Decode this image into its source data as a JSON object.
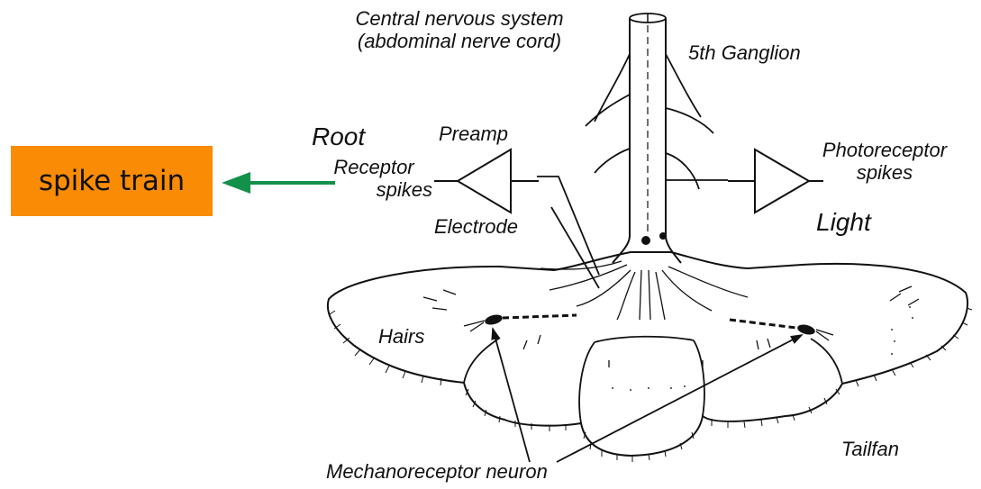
{
  "callout": {
    "text": "spike train",
    "box_color": "#f98b05",
    "arrow_color": "#13904a"
  },
  "labels": {
    "cns_line1": "Central nervous system",
    "cns_line2": "(abdominal nerve cord)",
    "ganglion": "5th Ganglion",
    "root": "Root",
    "preamp": "Preamp",
    "receptor_line1": "Receptor",
    "receptor_line2": "spikes",
    "electrode": "Electrode",
    "photoreceptor_line1": "Photoreceptor",
    "photoreceptor_line2": "spikes",
    "light": "Light",
    "hairs": "Hairs",
    "tailfan": "Tailfan",
    "mechanoreceptor": "Mechanoreceptor neuron"
  }
}
